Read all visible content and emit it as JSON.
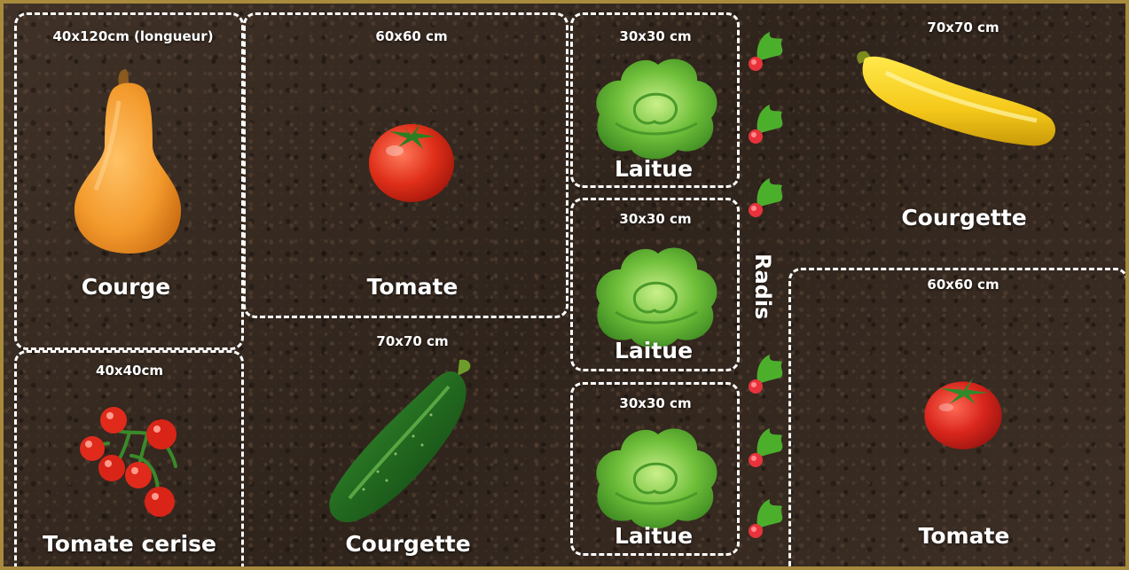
{
  "beds": [
    {
      "id": "courge",
      "dimension": "40x120cm (longueur)",
      "name": "Courge",
      "icon": "butternut-squash-icon"
    },
    {
      "id": "tomate-top",
      "dimension": "60x60 cm",
      "name": "Tomate",
      "icon": "tomato-icon"
    },
    {
      "id": "laitue-1",
      "dimension": "30x30 cm",
      "name": "Laitue",
      "icon": "lettuce-icon"
    },
    {
      "id": "laitue-2",
      "dimension": "30x30 cm",
      "name": "Laitue",
      "icon": "lettuce-icon"
    },
    {
      "id": "laitue-3",
      "dimension": "30x30 cm",
      "name": "Laitue",
      "icon": "lettuce-icon"
    },
    {
      "id": "courgette-top",
      "dimension": "70x70 cm",
      "name": "Courgette",
      "icon": "yellow-zucchini-icon"
    },
    {
      "id": "tomate-right",
      "dimension": "60x60 cm",
      "name": "Tomate",
      "icon": "tomato-icon"
    },
    {
      "id": "tomate-cerise",
      "dimension": "40x40cm",
      "name": "Tomate cerise",
      "icon": "cherry-tomato-icon"
    },
    {
      "id": "courgette-bottom",
      "dimension": "70x70 cm",
      "name": "Courgette",
      "icon": "green-zucchini-icon"
    }
  ],
  "radis": {
    "name": "Radis",
    "icon": "radish-icon"
  },
  "colors": {
    "border": "#a88a3c",
    "soil": "#3b2e24",
    "outline": "#ffffff",
    "text": "#ffffff"
  }
}
